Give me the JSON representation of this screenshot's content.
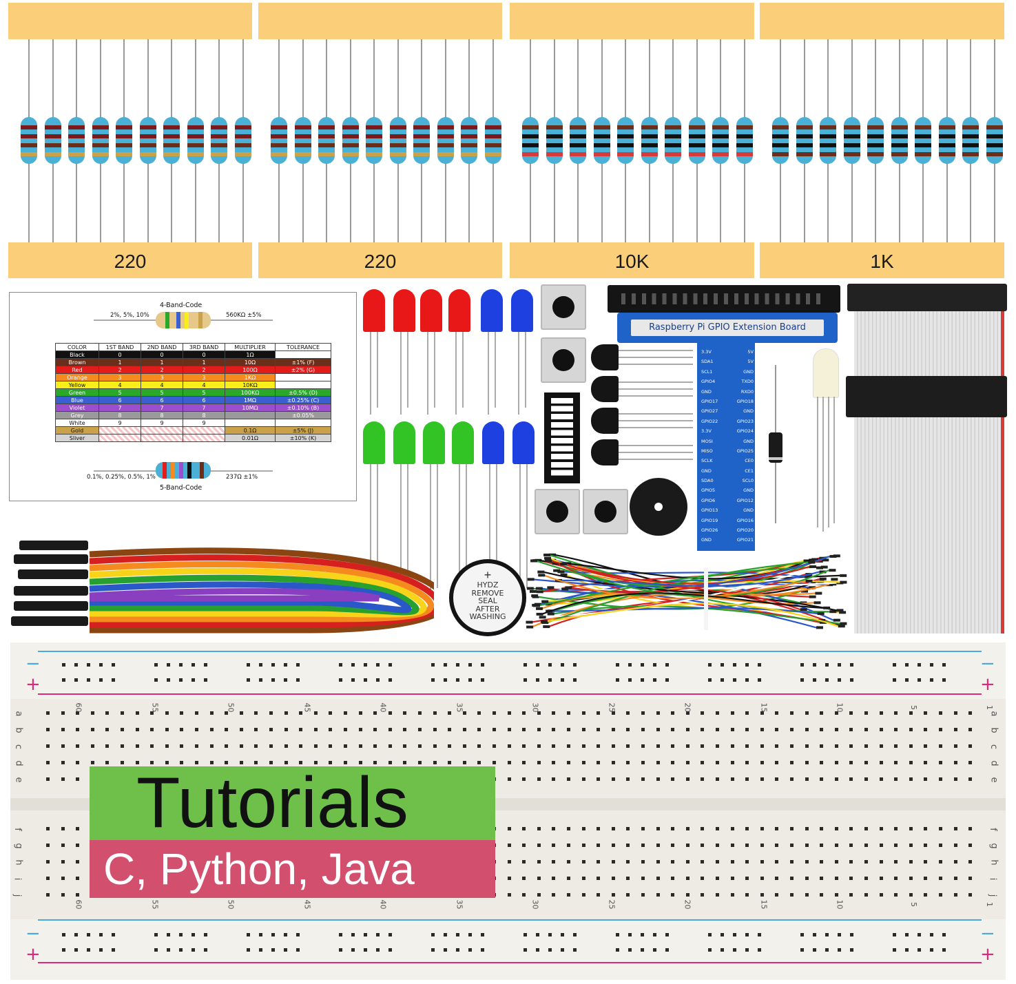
{
  "resistor_strips": [
    {
      "label": "220"
    },
    {
      "label": "220"
    },
    {
      "label": "10K"
    },
    {
      "label": "1K"
    }
  ],
  "color_code_card": {
    "four_band_title": "4-Band-Code",
    "four_band_tolerance_note": "2%, 5%, 10%",
    "four_band_example": "560KΩ ±5%",
    "five_band_title": "5-Band-Code",
    "five_band_tolerance_note": "0.1%, 0.25%, 0.5%, 1%",
    "five_band_example": "237Ω ±1%",
    "headers": [
      "COLOR",
      "1ST BAND",
      "2ND BAND",
      "3RD BAND",
      "MULTIPLIER",
      "TOLERANCE"
    ],
    "rows": [
      {
        "color": "Black",
        "b1": "0",
        "b2": "0",
        "b3": "0",
        "mult": "1Ω",
        "tol": "",
        "code": "",
        "bg": "#111111",
        "fg": "#ffffff"
      },
      {
        "color": "Brown",
        "b1": "1",
        "b2": "1",
        "b3": "1",
        "mult": "10Ω",
        "tol": "±1%",
        "code": "(F)",
        "bg": "#6b2e1a",
        "fg": "#ffffff"
      },
      {
        "color": "Red",
        "b1": "2",
        "b2": "2",
        "b3": "2",
        "mult": "100Ω",
        "tol": "±2%",
        "code": "(G)",
        "bg": "#e21b1b",
        "fg": "#ffffff"
      },
      {
        "color": "Orange",
        "b1": "3",
        "b2": "3",
        "b3": "3",
        "mult": "1KΩ",
        "tol": "",
        "code": "",
        "bg": "#f58a1f",
        "fg": "#ffffff"
      },
      {
        "color": "Yellow",
        "b1": "4",
        "b2": "4",
        "b3": "4",
        "mult": "10KΩ",
        "tol": "",
        "code": "",
        "bg": "#f7ee1a",
        "fg": "#111111"
      },
      {
        "color": "Green",
        "b1": "5",
        "b2": "5",
        "b3": "5",
        "mult": "100KΩ",
        "tol": "±0.5%",
        "code": "(D)",
        "bg": "#2aa82a",
        "fg": "#ffffff"
      },
      {
        "color": "Blue",
        "b1": "6",
        "b2": "6",
        "b3": "6",
        "mult": "1MΩ",
        "tol": "±0.25%",
        "code": "(C)",
        "bg": "#3a5fd0",
        "fg": "#ffffff"
      },
      {
        "color": "Violet",
        "b1": "7",
        "b2": "7",
        "b3": "7",
        "mult": "10MΩ",
        "tol": "±0.10%",
        "code": "(B)",
        "bg": "#9b4fcf",
        "fg": "#ffffff"
      },
      {
        "color": "Grey",
        "b1": "8",
        "b2": "8",
        "b3": "8",
        "mult": "",
        "tol": "±0.05%",
        "code": "",
        "bg": "#9a9a9a",
        "fg": "#ffffff"
      },
      {
        "color": "White",
        "b1": "9",
        "b2": "9",
        "b3": "9",
        "mult": "",
        "tol": "",
        "code": "",
        "bg": "#ffffff",
        "fg": "#111111"
      },
      {
        "color": "Gold",
        "b1": "",
        "b2": "",
        "b3": "",
        "mult": "0.1Ω",
        "tol": "±5%",
        "code": "(J)",
        "bg": "#c9a24a",
        "fg": "#111111"
      },
      {
        "color": "Sliver",
        "b1": "",
        "b2": "",
        "b3": "",
        "mult": "0.01Ω",
        "tol": "±10%",
        "code": "(K)",
        "bg": "#d4d4d4",
        "fg": "#111111"
      }
    ]
  },
  "gpio_board": {
    "title": "Raspberry Pi GPIO Extension Board",
    "left_pins": [
      "3.3V",
      "SDA1",
      "SCL1",
      "GPIO4",
      "GND",
      "GPIO17",
      "GPIO27",
      "GPIO22",
      "3.3V",
      "MOSI",
      "MISO",
      "SCLK",
      "GND",
      "SDA0",
      "GPIO5",
      "GPIO6",
      "GPIO13",
      "GPIO19",
      "GPIO26",
      "GND"
    ],
    "right_pins": [
      "5V",
      "5V",
      "GND",
      "TXD0",
      "RXD0",
      "GPIO18",
      "GND",
      "GPIO23",
      "GPIO24",
      "GND",
      "GPIO25",
      "CE0",
      "CE1",
      "SCL0",
      "GND",
      "GPIO12",
      "GND",
      "GPIO16",
      "GPIO20",
      "GPIO21"
    ]
  },
  "buzzer": {
    "label_lines": [
      "HYDZ",
      "REMOVE",
      "SEAL",
      "AFTER",
      "WASHING"
    ],
    "symbol": "+"
  },
  "breadboard": {
    "rail_symbol_minus": "−",
    "rail_symbol_plus": "+",
    "top_numbers": [
      "60",
      "55",
      "50",
      "45",
      "40",
      "35",
      "30",
      "25",
      "20",
      "15",
      "10",
      "5",
      "1"
    ],
    "bottom_numbers": [
      "60",
      "55",
      "50",
      "45",
      "40",
      "35",
      "30",
      "25",
      "20",
      "15",
      "10",
      "5",
      "1"
    ],
    "row_letters_top": [
      "a",
      "b",
      "c",
      "d",
      "e"
    ],
    "row_letters_bottom": [
      "f",
      "g",
      "h",
      "i",
      "j"
    ]
  },
  "overlay": {
    "title": "Tutorials",
    "subtitle": "C, Python, Java",
    "title_bg": "#6fc04a",
    "subtitle_bg": "#d2506e"
  },
  "colors": {
    "tape": "#fbcf7a",
    "resistor_body": "#4ab0d6",
    "gpio_board": "#1f63c9",
    "rail_blue": "#4aa8e0",
    "rail_red": "#e0287a"
  }
}
